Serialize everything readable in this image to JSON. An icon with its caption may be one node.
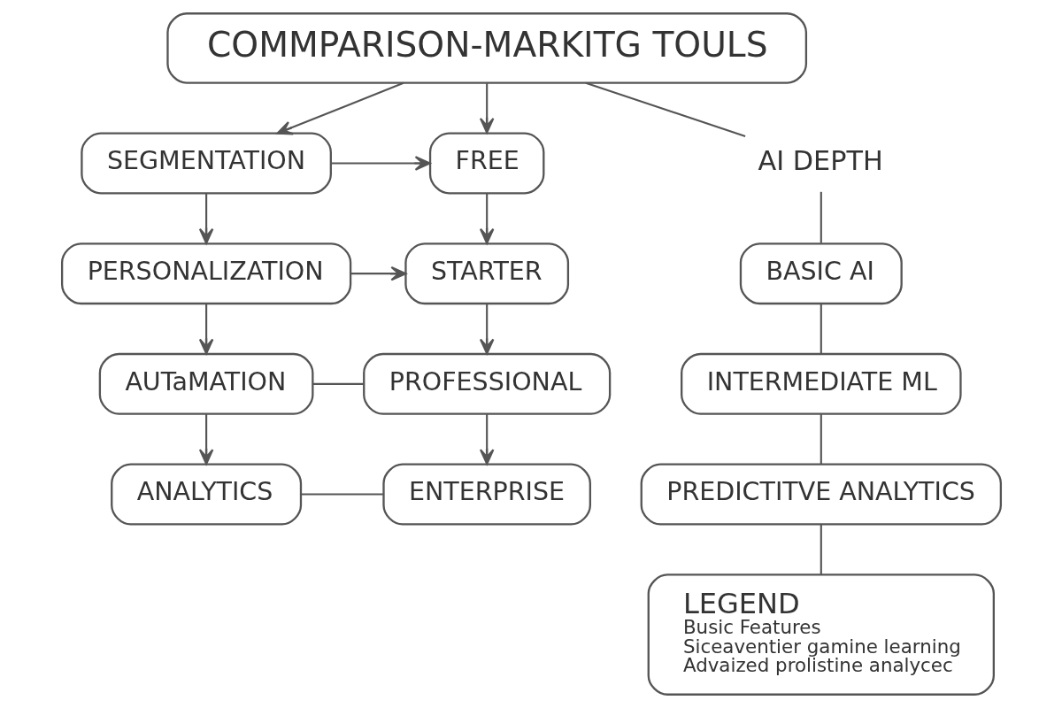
{
  "diagram": {
    "nodes": [
      {
        "text": [
          "COMMPARISON-MARKITG TOULS"
        ]
      },
      {
        "text": [
          "SEGMENTATION"
        ]
      },
      {
        "text": [
          "FREE"
        ]
      },
      {
        "text": [
          "AI DEPTH"
        ]
      },
      {
        "text": [
          "PERSONALIZATION"
        ]
      },
      {
        "text": [
          "STARTER"
        ]
      },
      {
        "text": [
          "BASIC AI"
        ]
      },
      {
        "text": [
          "AUTaMATION"
        ]
      },
      {
        "text": [
          "PROFESSIONAL"
        ]
      },
      {
        "text": [
          "INTERMEDIATE ML"
        ]
      },
      {
        "text": [
          "ANALYTICS"
        ]
      },
      {
        "text": [
          "ENTERPRISE"
        ]
      },
      {
        "text": [
          "PREDICTITVE ANALYTICS"
        ]
      },
      {
        "text": [
          "LEGEND",
          "Busic Features",
          "Siceaventier gamine learning",
          "Advaized prolistine analycec"
        ]
      }
    ],
    "edges": [
      {
        "from": 0,
        "to": 1,
        "arrow": "to"
      },
      {
        "from": 0,
        "to": 2,
        "arrow": "to"
      },
      {
        "from": 0,
        "to": 3,
        "arrow": "none"
      },
      {
        "from": 1,
        "to": 2,
        "arrow": "to"
      },
      {
        "from": 1,
        "to": 4,
        "arrow": "to"
      },
      {
        "from": 2,
        "to": 5,
        "arrow": "to"
      },
      {
        "from": 3,
        "to": 6,
        "arrow": "none"
      },
      {
        "from": 4,
        "to": 5,
        "arrow": "to"
      },
      {
        "from": 4,
        "to": 7,
        "arrow": "to"
      },
      {
        "from": 5,
        "to": 8,
        "arrow": "to"
      },
      {
        "from": 6,
        "to": 9,
        "arrow": "none"
      },
      {
        "from": 7,
        "to": 8,
        "arrow": "none"
      },
      {
        "from": 7,
        "to": 10,
        "arrow": "to"
      },
      {
        "from": 8,
        "to": 11,
        "arrow": "to"
      },
      {
        "from": 9,
        "to": 12,
        "arrow": "none"
      },
      {
        "from": 10,
        "to": 11,
        "arrow": "none"
      },
      {
        "from": 12,
        "to": 13,
        "arrow": "none"
      }
    ]
  }
}
